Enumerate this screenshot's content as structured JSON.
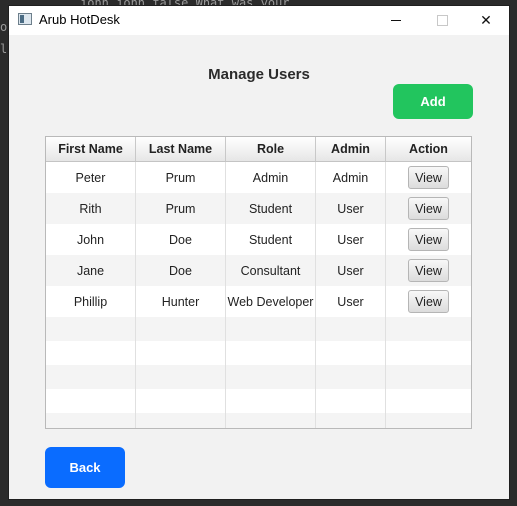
{
  "background": {
    "snippet_left": "o",
    "snippet_left2": "l",
    "snippet_top": "john          john          false     What was your"
  },
  "window": {
    "title": "Arub HotDesk",
    "controls": {
      "minimize": "—",
      "maximize": "☐",
      "close": "✕"
    }
  },
  "page": {
    "title": "Manage Users",
    "add_label": "Add",
    "back_label": "Back"
  },
  "table": {
    "columns": [
      "First Name",
      "Last Name",
      "Role",
      "Admin",
      "Action"
    ],
    "rows": [
      {
        "first": "Peter",
        "last": "Prum",
        "role": "Admin",
        "admin": "Admin",
        "action": "View"
      },
      {
        "first": "Rith",
        "last": "Prum",
        "role": "Student",
        "admin": "User",
        "action": "View"
      },
      {
        "first": "John",
        "last": "Doe",
        "role": "Student",
        "admin": "User",
        "action": "View"
      },
      {
        "first": "Jane",
        "last": "Doe",
        "role": "Consultant",
        "admin": "User",
        "action": "View"
      },
      {
        "first": "Phillip",
        "last": "Hunter",
        "role": "Web Developer",
        "admin": "User",
        "action": "View"
      }
    ]
  },
  "colors": {
    "add_button": "#22c55e",
    "back_button": "#0a6cff",
    "window_bg": "#f2f2f2"
  }
}
